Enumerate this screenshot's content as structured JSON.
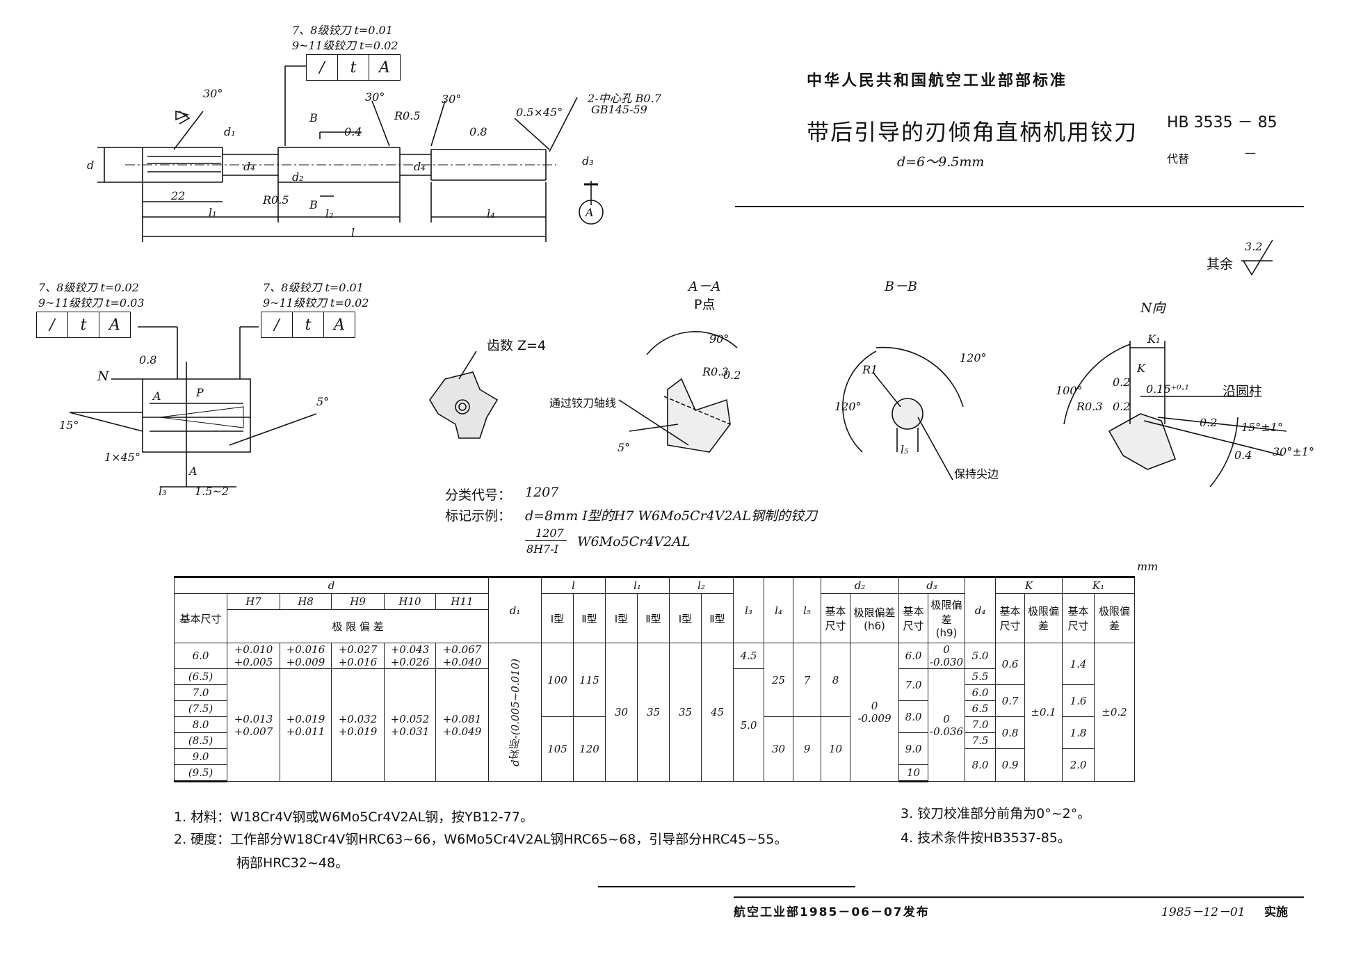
{
  "header": {
    "org": "中华人民共和国航空工业部部标准",
    "title": "带后引导的刃倾角直柄机用铰刀",
    "subtitle": "d=6～9.5mm",
    "std_no": "HB 3535 － 85",
    "replace_label": "代替",
    "replace_value": "—",
    "roughness": "其余",
    "roughness_val": "3.2"
  },
  "drawing": {
    "tol1_a": "7、8级铰刀 t=0.01",
    "tol1_b": "9~11级铰刀 t=0.02",
    "tol2_a": "7、8级铰刀 t=0.02",
    "tol2_b": "9~11级铰刀 t=0.03",
    "tol3_a": "7、8级铰刀 t=0.01",
    "tol3_b": "9~11级铰刀 t=0.02",
    "t": "t",
    "A": "A",
    "center_hole": "2-中心孔 B0.7",
    "gb": "GB145-59",
    "chamfer": "0.5×45°",
    "r05": "R0.5",
    "ang30": "30°",
    "dim22": "22",
    "l": "l",
    "l1": "l₁",
    "l2": "l₂",
    "l4": "l₄",
    "d": "d",
    "d1": "d₁",
    "d2": "d₂",
    "d3": "d₃",
    "d4": "d₄",
    "B": "B",
    "v04": "0.4",
    "v08": "0.8",
    "v04b": "0.4",
    "N": "N",
    "P": "P",
    "ang15": "15°",
    "ang5": "5°",
    "ch1": "1×45°",
    "l3": "l₃",
    "l3r": "1.5~2",
    "v08s": "0.8",
    "teeth": "齿数 Z=4",
    "aa": "A－A",
    "pdot": "P点",
    "ang90": "90°",
    "r03": "R0.3",
    "v02": "0.2",
    "axis": "通过铰刀轴线",
    "ang5b": "5°",
    "bb": "B－B",
    "r1": "R1",
    "ang120a": "120°",
    "ang120b": "120°",
    "l5": "l₅",
    "keep": "保持尖边",
    "nview": "N向",
    "k1": "K₁",
    "k": "K",
    "ang100": "100°",
    "r03b": "R0.3",
    "tol015": "0.15⁺⁰·¹",
    "round": "沿圆柱",
    "ang15p": "15°±1°",
    "ang30p": "30°±1°",
    "v02a": "0.2",
    "v02b": "0.2",
    "v02c": "0.2",
    "v04c": "0.4"
  },
  "classify": {
    "code_label": "分类代号：",
    "code": "1207",
    "example_label": "标记示例：",
    "example": "d=8mm Ⅰ型的H7  W6Mo5Cr4V2AL钢制的铰刀",
    "frac_top": "1207",
    "frac_bot": "8H7-Ⅰ",
    "frac_mat": "W6Mo5Cr4V2AL"
  },
  "table": {
    "unit": "mm",
    "h": {
      "d": "d",
      "base": "基本尺寸",
      "H7": "H7",
      "H8": "H8",
      "H9": "H9",
      "H10": "H10",
      "H11": "H11",
      "dev": "极   限   偏   差",
      "d1": "d₁",
      "l": "l",
      "l1": "l₁",
      "l2": "l₂",
      "t1": "Ⅰ型",
      "t2": "Ⅱ型",
      "l3": "l₃",
      "l4": "l₄",
      "l5": "l₅",
      "d2": "d₂",
      "d3": "d₃",
      "d4": "d₄",
      "K": "K",
      "K1": "K₁",
      "limdev": "极限偏差",
      "h6": "(h6)",
      "h9": "(h9)"
    },
    "d_rows": [
      "6.0",
      "(6.5)",
      "7.0",
      "(7.5)",
      "8.0",
      "(8.5)",
      "9.0",
      "(9.5)"
    ],
    "dev1": {
      "H7": [
        "+0.010",
        "+0.005"
      ],
      "H8": [
        "+0.016",
        "+0.009"
      ],
      "H9": [
        "+0.027",
        "+0.016"
      ],
      "H10": [
        "+0.043",
        "+0.026"
      ],
      "H11": [
        "+0.067",
        "+0.040"
      ]
    },
    "dev2": {
      "H7": [
        "+0.013",
        "+0.007"
      ],
      "H8": [
        "+0.019",
        "+0.011"
      ],
      "H9": [
        "+0.032",
        "+0.019"
      ],
      "H10": [
        "+0.052",
        "+0.031"
      ],
      "H11": [
        "+0.081",
        "+0.049"
      ]
    },
    "d1_text": "d实际-(0.005~0.010)",
    "l_a": [
      "100",
      "115"
    ],
    "l_b": [
      "105",
      "120"
    ],
    "l1": [
      "30",
      "35"
    ],
    "l2": [
      "35",
      "45"
    ],
    "l3": [
      "4.5",
      "5.0"
    ],
    "l4": [
      "25",
      "30"
    ],
    "l5": [
      "7",
      "9"
    ],
    "d2": [
      "8",
      "10"
    ],
    "d2_dev": [
      "0",
      "-0.009"
    ],
    "d3": [
      "6.0",
      "7.0",
      "8.0",
      "9.0",
      "10"
    ],
    "d3_dev1": [
      "0",
      "-0.030"
    ],
    "d3_dev2": [
      "0",
      "-0.036"
    ],
    "d4": [
      "5.0",
      "5.5",
      "6.0",
      "6.5",
      "7.0",
      "7.5",
      "8.0"
    ],
    "K": [
      "0.6",
      "0.7",
      "0.8",
      "0.9"
    ],
    "K_dev": "±0.1",
    "K1": [
      "1.4",
      "1.6",
      "1.8",
      "2.0"
    ],
    "K1_dev": "±0.2"
  },
  "notes": {
    "n1": "1. 材料：W18Cr4V钢或W6Mo5Cr4V2AL钢，按YB12-77。",
    "n2": "2. 硬度：工作部分W18Cr4V钢HRC63~66，W6Mo5Cr4V2AL钢HRC65~68，引导部分HRC45~55。",
    "n2b": "柄部HRC32~48。",
    "n3": "3. 铰刀校准部分前角为0°~2°。",
    "n4": "4. 技术条件按HB3537-85。"
  },
  "footer": {
    "issue": "航空工业部1985－06－07发布",
    "impl": "1985－12－01",
    "impl_label": "实施"
  }
}
